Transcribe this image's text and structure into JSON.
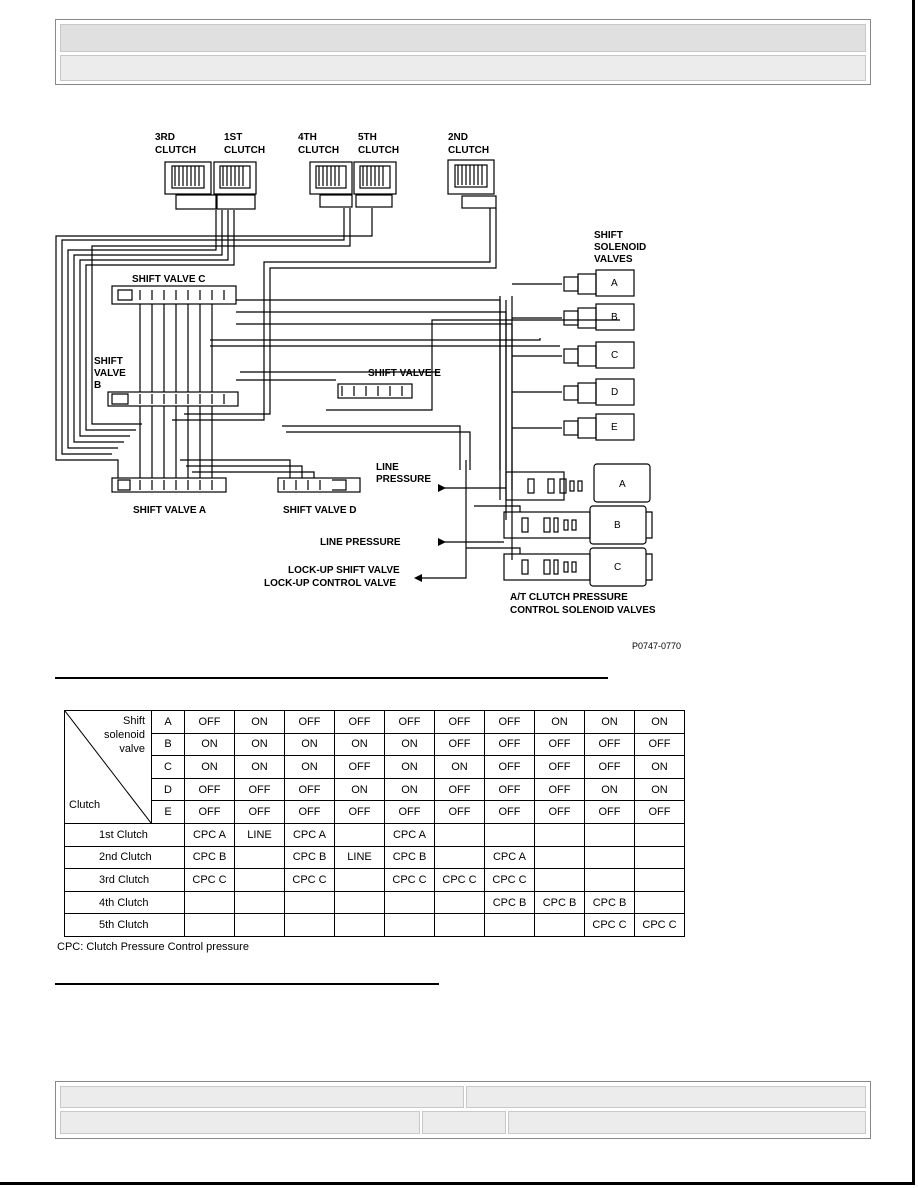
{
  "diagram": {
    "clutch_labels": [
      {
        "line1": "3RD",
        "line2": "CLUTCH"
      },
      {
        "line1": "1ST",
        "line2": "CLUTCH"
      },
      {
        "line1": "4TH",
        "line2": "CLUTCH"
      },
      {
        "line1": "5TH",
        "line2": "CLUTCH"
      },
      {
        "line1": "2ND",
        "line2": "CLUTCH"
      }
    ],
    "solenoid_title": [
      "SHIFT",
      "SOLENOID",
      "VALVES"
    ],
    "solenoid_letters": [
      "A",
      "B",
      "C",
      "D",
      "E"
    ],
    "shift_valve_c": "SHIFT VALVE C",
    "shift_valve_b": [
      "SHIFT",
      "VALVE",
      "B"
    ],
    "shift_valve_e": "SHIFT VALVE E",
    "shift_valve_a": "SHIFT VALVE A",
    "shift_valve_d": "SHIFT VALVE D",
    "line_pressure_1": [
      "LINE",
      "PRESSURE"
    ],
    "line_pressure_2": "LINE PRESSURE",
    "lockup_shift": "LOCK-UP SHIFT VALVE",
    "lockup_control": "LOCK-UP CONTROL VALVE",
    "cpc_letters": [
      "A",
      "B",
      "C"
    ],
    "cpc_title": [
      "A/T CLUTCH PRESSURE",
      "CONTROL SOLENOID VALVES"
    ],
    "figure_id": "P0747-0770"
  },
  "table": {
    "corner": {
      "top1": "Shift",
      "top2": "solenoid",
      "top3": "valve",
      "bottom": "Clutch"
    },
    "solenoid_rows": [
      {
        "valve": "A",
        "cells": [
          "OFF",
          "ON",
          "OFF",
          "OFF",
          "OFF",
          "OFF",
          "OFF",
          "ON",
          "ON",
          "ON"
        ]
      },
      {
        "valve": "B",
        "cells": [
          "ON",
          "ON",
          "ON",
          "ON",
          "ON",
          "OFF",
          "OFF",
          "OFF",
          "OFF",
          "OFF"
        ]
      },
      {
        "valve": "C",
        "cells": [
          "ON",
          "ON",
          "ON",
          "OFF",
          "ON",
          "ON",
          "OFF",
          "OFF",
          "OFF",
          "ON"
        ]
      },
      {
        "valve": "D",
        "cells": [
          "OFF",
          "OFF",
          "OFF",
          "ON",
          "ON",
          "OFF",
          "OFF",
          "OFF",
          "ON",
          "ON"
        ]
      },
      {
        "valve": "E",
        "cells": [
          "OFF",
          "OFF",
          "OFF",
          "OFF",
          "OFF",
          "OFF",
          "OFF",
          "OFF",
          "OFF",
          "OFF"
        ]
      }
    ],
    "clutch_rows": [
      {
        "name": "1st Clutch",
        "cells": [
          "CPC A",
          "LINE",
          "CPC A",
          "",
          "CPC A",
          "",
          "",
          "",
          "",
          ""
        ]
      },
      {
        "name": "2nd Clutch",
        "cells": [
          "CPC B",
          "",
          "CPC B",
          "LINE",
          "CPC B",
          "",
          "CPC A",
          "",
          "",
          ""
        ]
      },
      {
        "name": "3rd Clutch",
        "cells": [
          "CPC C",
          "",
          "CPC C",
          "",
          "CPC C",
          "CPC C",
          "CPC C",
          "",
          "",
          ""
        ]
      },
      {
        "name": "4th Clutch",
        "cells": [
          "",
          "",
          "",
          "",
          "",
          "",
          "CPC B",
          "CPC B",
          "CPC B",
          ""
        ]
      },
      {
        "name": "5th Clutch",
        "cells": [
          "",
          "",
          "",
          "",
          "",
          "",
          "",
          "",
          "CPC C",
          "CPC C"
        ]
      }
    ],
    "note": "CPC: Clutch Pressure Control pressure"
  }
}
